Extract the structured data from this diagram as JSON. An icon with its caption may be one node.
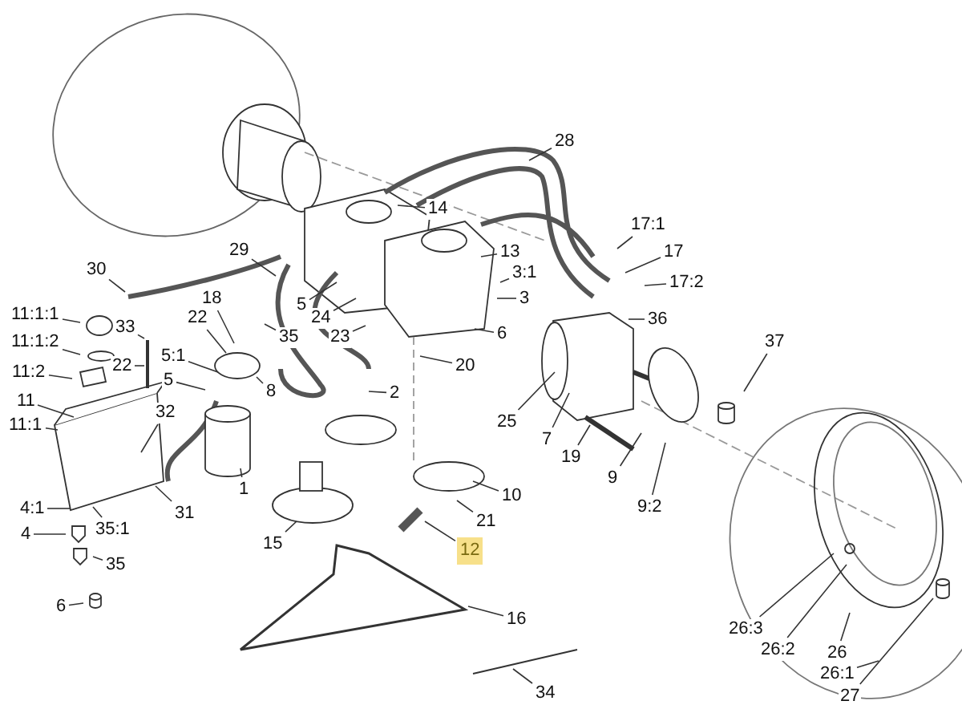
{
  "diagram": {
    "nodes": [
      {
        "text": [
          "28"
        ]
      },
      {
        "text": [
          "14"
        ]
      },
      {
        "text": [
          "30"
        ]
      },
      {
        "text": [
          "29"
        ]
      },
      {
        "text": [
          "13"
        ]
      },
      {
        "text": [
          "3:1"
        ]
      },
      {
        "text": [
          "17:1"
        ]
      },
      {
        "text": [
          "17"
        ]
      },
      {
        "text": [
          "17:2"
        ]
      },
      {
        "text": [
          "18"
        ]
      },
      {
        "text": [
          "22"
        ]
      },
      {
        "text": [
          "11:1:1"
        ]
      },
      {
        "text": [
          "33"
        ]
      },
      {
        "text": [
          "5"
        ]
      },
      {
        "text": [
          "24"
        ]
      },
      {
        "text": [
          "3"
        ]
      },
      {
        "text": [
          "23"
        ]
      },
      {
        "text": [
          "35"
        ]
      },
      {
        "text": [
          "36"
        ]
      },
      {
        "text": [
          "11:1:2"
        ]
      },
      {
        "text": [
          "22"
        ]
      },
      {
        "text": [
          "5:1"
        ]
      },
      {
        "text": [
          "6"
        ]
      },
      {
        "text": [
          "11:2"
        ]
      },
      {
        "text": [
          "5"
        ]
      },
      {
        "text": [
          "8"
        ]
      },
      {
        "text": [
          "2"
        ]
      },
      {
        "text": [
          "37"
        ]
      },
      {
        "text": [
          "20"
        ]
      },
      {
        "text": [
          "11"
        ]
      },
      {
        "text": [
          "11:1"
        ]
      },
      {
        "text": [
          "32"
        ]
      },
      {
        "text": [
          "25"
        ]
      },
      {
        "text": [
          "7"
        ]
      },
      {
        "text": [
          "19"
        ]
      },
      {
        "text": [
          "1"
        ]
      },
      {
        "text": [
          "9"
        ]
      },
      {
        "text": [
          "10"
        ]
      },
      {
        "text": [
          "4:1"
        ]
      },
      {
        "text": [
          "31"
        ]
      },
      {
        "text": [
          "21"
        ]
      },
      {
        "text": [
          "12"
        ]
      },
      {
        "text": [
          "15"
        ]
      },
      {
        "text": [
          "9:2"
        ]
      },
      {
        "text": [
          "4"
        ]
      },
      {
        "text": [
          "35:1"
        ]
      },
      {
        "text": [
          "35"
        ]
      },
      {
        "text": [
          "6"
        ]
      },
      {
        "text": [
          "16"
        ]
      },
      {
        "text": [
          "26:3"
        ]
      },
      {
        "text": [
          "26:2"
        ]
      },
      {
        "text": [
          "26"
        ]
      },
      {
        "text": [
          "26:1"
        ]
      },
      {
        "text": [
          "27"
        ]
      },
      {
        "text": [
          "34"
        ]
      }
    ],
    "edges": [
      {
        "from": 0,
        "to": null,
        "arrow": "none"
      },
      {
        "from": 1,
        "to": null,
        "arrow": "none"
      },
      {
        "from": 2,
        "to": null,
        "arrow": "none"
      },
      {
        "from": 3,
        "to": null,
        "arrow": "none"
      },
      {
        "from": 4,
        "to": null,
        "arrow": "none"
      },
      {
        "from": 5,
        "to": null,
        "arrow": "none"
      },
      {
        "from": 6,
        "to": null,
        "arrow": "none"
      },
      {
        "from": 7,
        "to": null,
        "arrow": "none"
      },
      {
        "from": 8,
        "to": null,
        "arrow": "none"
      },
      {
        "from": 9,
        "to": null,
        "arrow": "none"
      },
      {
        "from": 10,
        "to": null,
        "arrow": "none"
      },
      {
        "from": 11,
        "to": null,
        "arrow": "none"
      },
      {
        "from": 12,
        "to": null,
        "arrow": "none"
      },
      {
        "from": 13,
        "to": null,
        "arrow": "none"
      },
      {
        "from": 14,
        "to": null,
        "arrow": "none"
      },
      {
        "from": 15,
        "to": null,
        "arrow": "none"
      },
      {
        "from": 16,
        "to": null,
        "arrow": "none"
      },
      {
        "from": 17,
        "to": null,
        "arrow": "none"
      },
      {
        "from": 18,
        "to": null,
        "arrow": "none"
      },
      {
        "from": 19,
        "to": null,
        "arrow": "none"
      },
      {
        "from": 20,
        "to": null,
        "arrow": "none"
      },
      {
        "from": 21,
        "to": null,
        "arrow": "none"
      },
      {
        "from": 22,
        "to": null,
        "arrow": "none"
      },
      {
        "from": 23,
        "to": null,
        "arrow": "none"
      },
      {
        "from": 24,
        "to": null,
        "arrow": "none"
      },
      {
        "from": 25,
        "to": null,
        "arrow": "none"
      },
      {
        "from": 26,
        "to": null,
        "arrow": "none"
      },
      {
        "from": 27,
        "to": null,
        "arrow": "none"
      },
      {
        "from": 28,
        "to": null,
        "arrow": "none"
      },
      {
        "from": 29,
        "to": null,
        "arrow": "none"
      },
      {
        "from": 30,
        "to": null,
        "arrow": "none"
      },
      {
        "from": 31,
        "to": null,
        "arrow": "none"
      },
      {
        "from": 32,
        "to": null,
        "arrow": "none"
      },
      {
        "from": 33,
        "to": null,
        "arrow": "none"
      },
      {
        "from": 34,
        "to": null,
        "arrow": "none"
      },
      {
        "from": 35,
        "to": null,
        "arrow": "none"
      },
      {
        "from": 36,
        "to": null,
        "arrow": "none"
      },
      {
        "from": 37,
        "to": null,
        "arrow": "none"
      },
      {
        "from": 38,
        "to": null,
        "arrow": "none"
      },
      {
        "from": 39,
        "to": null,
        "arrow": "none"
      },
      {
        "from": 40,
        "to": null,
        "arrow": "none"
      },
      {
        "from": 41,
        "to": null,
        "arrow": "none"
      },
      {
        "from": 42,
        "to": null,
        "arrow": "none"
      },
      {
        "from": 43,
        "to": null,
        "arrow": "none"
      },
      {
        "from": 44,
        "to": null,
        "arrow": "none"
      },
      {
        "from": 45,
        "to": null,
        "arrow": "none"
      },
      {
        "from": 46,
        "to": null,
        "arrow": "none"
      },
      {
        "from": 47,
        "to": null,
        "arrow": "none"
      },
      {
        "from": 48,
        "to": null,
        "arrow": "none"
      },
      {
        "from": 49,
        "to": null,
        "arrow": "none"
      },
      {
        "from": 50,
        "to": null,
        "arrow": "none"
      },
      {
        "from": 51,
        "to": null,
        "arrow": "none"
      },
      {
        "from": 52,
        "to": null,
        "arrow": "none"
      },
      {
        "from": 53,
        "to": null,
        "arrow": "none"
      },
      {
        "from": 54,
        "to": null,
        "arrow": "none"
      }
    ]
  }
}
